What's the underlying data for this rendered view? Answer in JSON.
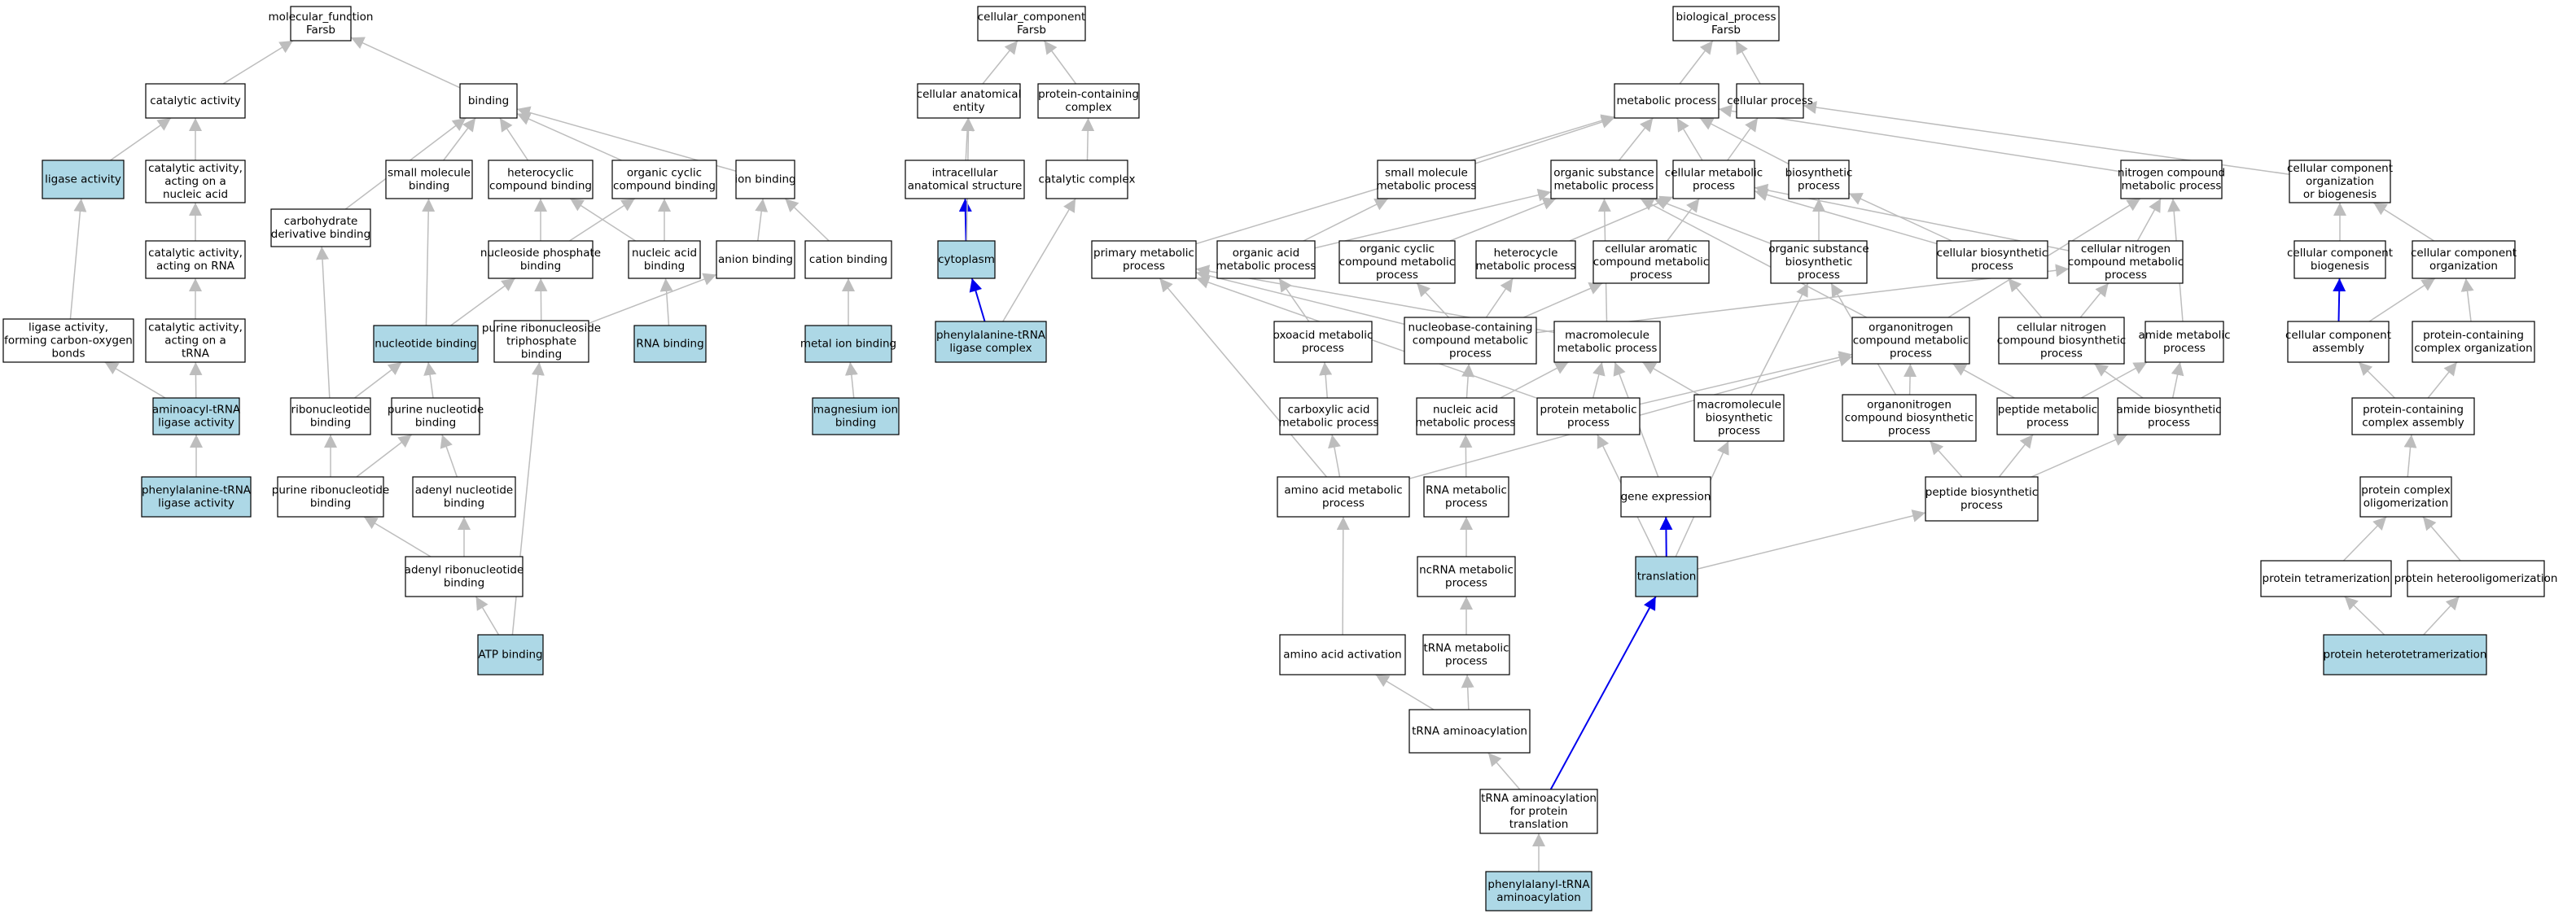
{
  "colors": {
    "highlight_fill": "#add8e6",
    "normal_fill": "#ffffff",
    "edge_gray": "#bdbdbd",
    "edge_blue": "#0000ee"
  },
  "nodes": [
    {
      "id": "mf",
      "lines": [
        "molecular_function",
        "Farsb"
      ],
      "hl": false
    },
    {
      "id": "catalytic",
      "lines": [
        "catalytic activity"
      ],
      "hl": false
    },
    {
      "id": "binding",
      "lines": [
        "binding"
      ],
      "hl": false
    },
    {
      "id": "ligase",
      "lines": [
        "ligase activity"
      ],
      "hl": true
    },
    {
      "id": "cat_nucleic",
      "lines": [
        "catalytic activity,",
        "acting on a",
        "nucleic acid"
      ],
      "hl": false
    },
    {
      "id": "carb_deriv",
      "lines": [
        "carbohydrate",
        "derivative binding"
      ],
      "hl": false
    },
    {
      "id": "small_mol_bind",
      "lines": [
        "small molecule",
        "binding"
      ],
      "hl": false
    },
    {
      "id": "hetero_bind",
      "lines": [
        "heterocyclic",
        "compound binding"
      ],
      "hl": false
    },
    {
      "id": "org_cyc_bind",
      "lines": [
        "organic cyclic",
        "compound binding"
      ],
      "hl": false
    },
    {
      "id": "ion_bind",
      "lines": [
        "ion binding"
      ],
      "hl": false
    },
    {
      "id": "cat_rna",
      "lines": [
        "catalytic activity,",
        "acting on RNA"
      ],
      "hl": false
    },
    {
      "id": "nuc_phos_bind",
      "lines": [
        "nucleoside phosphate",
        "binding"
      ],
      "hl": false
    },
    {
      "id": "nucleic_bind",
      "lines": [
        "nucleic acid",
        "binding"
      ],
      "hl": false
    },
    {
      "id": "anion_bind",
      "lines": [
        "anion binding"
      ],
      "hl": false
    },
    {
      "id": "cation_bind",
      "lines": [
        "cation binding"
      ],
      "hl": false
    },
    {
      "id": "ligase_co",
      "lines": [
        "ligase activity,",
        "forming carbon-oxygen",
        "bonds"
      ],
      "hl": false
    },
    {
      "id": "cat_trna",
      "lines": [
        "catalytic activity,",
        "acting on a",
        "tRNA"
      ],
      "hl": false
    },
    {
      "id": "nucleotide_bind",
      "lines": [
        "nucleotide binding"
      ],
      "hl": true
    },
    {
      "id": "purine_ntp",
      "lines": [
        "purine ribonucleoside",
        "triphosphate",
        "binding"
      ],
      "hl": false
    },
    {
      "id": "rna_bind",
      "lines": [
        "RNA binding"
      ],
      "hl": true
    },
    {
      "id": "metal_bind",
      "lines": [
        "metal ion binding"
      ],
      "hl": true
    },
    {
      "id": "aa_trna_lig",
      "lines": [
        "aminoacyl-tRNA",
        "ligase activity"
      ],
      "hl": true
    },
    {
      "id": "ribonuc_bind",
      "lines": [
        "ribonucleotide",
        "binding"
      ],
      "hl": false
    },
    {
      "id": "purine_nuc_bind",
      "lines": [
        "purine nucleotide",
        "binding"
      ],
      "hl": false
    },
    {
      "id": "mg_bind",
      "lines": [
        "magnesium ion",
        "binding"
      ],
      "hl": true
    },
    {
      "id": "phe_trna_lig",
      "lines": [
        "phenylalanine-tRNA",
        "ligase activity"
      ],
      "hl": true
    },
    {
      "id": "purine_ribonuc_bind",
      "lines": [
        "purine ribonucleotide",
        "binding"
      ],
      "hl": false
    },
    {
      "id": "adenyl_nuc_bind",
      "lines": [
        "adenyl nucleotide",
        "binding"
      ],
      "hl": false
    },
    {
      "id": "adenyl_ribonuc_bind",
      "lines": [
        "adenyl ribonucleotide",
        "binding"
      ],
      "hl": false
    },
    {
      "id": "atp_bind",
      "lines": [
        "ATP binding"
      ],
      "hl": true
    },
    {
      "id": "cc",
      "lines": [
        "cellular_component",
        "Farsb"
      ],
      "hl": false
    },
    {
      "id": "cell_anat",
      "lines": [
        "cellular anatomical",
        "entity"
      ],
      "hl": false
    },
    {
      "id": "prot_complex",
      "lines": [
        "protein-containing",
        "complex"
      ],
      "hl": false
    },
    {
      "id": "intracell",
      "lines": [
        "intracellular",
        "anatomical structure"
      ],
      "hl": false
    },
    {
      "id": "cat_complex",
      "lines": [
        "catalytic complex"
      ],
      "hl": false
    },
    {
      "id": "cytoplasm",
      "lines": [
        "cytoplasm"
      ],
      "hl": true
    },
    {
      "id": "phe_trna_complex",
      "lines": [
        "phenylalanine-tRNA",
        "ligase complex"
      ],
      "hl": true
    },
    {
      "id": "bp",
      "lines": [
        "biological_process",
        "Farsb"
      ],
      "hl": false
    },
    {
      "id": "metabolic",
      "lines": [
        "metabolic process"
      ],
      "hl": false
    },
    {
      "id": "cellular",
      "lines": [
        "cellular process"
      ],
      "hl": false
    },
    {
      "id": "small_mol_met",
      "lines": [
        "small molecule",
        "metabolic process"
      ],
      "hl": false
    },
    {
      "id": "org_sub_met",
      "lines": [
        "organic substance",
        "metabolic process"
      ],
      "hl": false
    },
    {
      "id": "cell_met",
      "lines": [
        "cellular metabolic",
        "process"
      ],
      "hl": false
    },
    {
      "id": "biosynth",
      "lines": [
        "biosynthetic",
        "process"
      ],
      "hl": false
    },
    {
      "id": "nitro_met",
      "lines": [
        "nitrogen compound",
        "metabolic process"
      ],
      "hl": false
    },
    {
      "id": "cc_org",
      "lines": [
        "cellular component",
        "organization",
        "or biogenesis"
      ],
      "hl": false
    },
    {
      "id": "primary_met",
      "lines": [
        "primary metabolic",
        "process"
      ],
      "hl": false
    },
    {
      "id": "org_acid_met",
      "lines": [
        "organic acid",
        "metabolic process"
      ],
      "hl": false
    },
    {
      "id": "org_cyc_met",
      "lines": [
        "organic cyclic",
        "compound metabolic",
        "process"
      ],
      "hl": false
    },
    {
      "id": "hetero_met",
      "lines": [
        "heterocycle",
        "metabolic process"
      ],
      "hl": false
    },
    {
      "id": "cell_arom",
      "lines": [
        "cellular aromatic",
        "compound metabolic",
        "process"
      ],
      "hl": false
    },
    {
      "id": "org_sub_bio",
      "lines": [
        "organic substance",
        "biosynthetic",
        "process"
      ],
      "hl": false
    },
    {
      "id": "cell_bio",
      "lines": [
        "cellular biosynthetic",
        "process"
      ],
      "hl": false
    },
    {
      "id": "cell_nitro_met",
      "lines": [
        "cellular nitrogen",
        "compound metabolic",
        "process"
      ],
      "hl": false
    },
    {
      "id": "cc_biogen",
      "lines": [
        "cellular component",
        "biogenesis"
      ],
      "hl": false
    },
    {
      "id": "cc_organization",
      "lines": [
        "cellular component",
        "organization"
      ],
      "hl": false
    },
    {
      "id": "oxoacid",
      "lines": [
        "oxoacid metabolic",
        "process"
      ],
      "hl": false
    },
    {
      "id": "nucbase",
      "lines": [
        "nucleobase-containing",
        "compound metabolic",
        "process"
      ],
      "hl": false
    },
    {
      "id": "macro_met",
      "lines": [
        "macromolecule",
        "metabolic process"
      ],
      "hl": false
    },
    {
      "id": "orgN_met",
      "lines": [
        "organonitrogen",
        "compound metabolic",
        "process"
      ],
      "hl": false
    },
    {
      "id": "cell_nitro_bio",
      "lines": [
        "cellular nitrogen",
        "compound biosynthetic",
        "process"
      ],
      "hl": false
    },
    {
      "id": "amide_met",
      "lines": [
        "amide metabolic",
        "process"
      ],
      "hl": false
    },
    {
      "id": "cc_assembly",
      "lines": [
        "cellular component",
        "assembly"
      ],
      "hl": false
    },
    {
      "id": "pc_org",
      "lines": [
        "protein-containing",
        "complex organization"
      ],
      "hl": false
    },
    {
      "id": "carbox",
      "lines": [
        "carboxylic acid",
        "metabolic process"
      ],
      "hl": false
    },
    {
      "id": "nucleic_met",
      "lines": [
        "nucleic acid",
        "metabolic process"
      ],
      "hl": false
    },
    {
      "id": "prot_met",
      "lines": [
        "protein metabolic",
        "process"
      ],
      "hl": false
    },
    {
      "id": "macro_bio",
      "lines": [
        "macromolecule",
        "biosynthetic",
        "process"
      ],
      "hl": false
    },
    {
      "id": "orgN_bio",
      "lines": [
        "organonitrogen",
        "compound biosynthetic",
        "process"
      ],
      "hl": false
    },
    {
      "id": "pep_met",
      "lines": [
        "peptide metabolic",
        "process"
      ],
      "hl": false
    },
    {
      "id": "amide_bio",
      "lines": [
        "amide biosynthetic",
        "process"
      ],
      "hl": false
    },
    {
      "id": "pc_assembly",
      "lines": [
        "protein-containing",
        "complex assembly"
      ],
      "hl": false
    },
    {
      "id": "aa_met",
      "lines": [
        "amino acid metabolic",
        "process"
      ],
      "hl": false
    },
    {
      "id": "rna_met",
      "lines": [
        "RNA metabolic",
        "process"
      ],
      "hl": false
    },
    {
      "id": "gene_expr",
      "lines": [
        "gene expression"
      ],
      "hl": false
    },
    {
      "id": "pep_bio",
      "lines": [
        "peptide biosynthetic",
        "process"
      ],
      "hl": false
    },
    {
      "id": "prot_olig",
      "lines": [
        "protein complex",
        "oligomerization"
      ],
      "hl": false
    },
    {
      "id": "ncrna_met",
      "lines": [
        "ncRNA metabolic",
        "process"
      ],
      "hl": false
    },
    {
      "id": "translation",
      "lines": [
        "translation"
      ],
      "hl": true
    },
    {
      "id": "prot_tetra",
      "lines": [
        "protein tetramerization"
      ],
      "hl": false
    },
    {
      "id": "prot_hetero",
      "lines": [
        "protein heterooligomerization"
      ],
      "hl": false
    },
    {
      "id": "aa_act",
      "lines": [
        "amino acid activation"
      ],
      "hl": false
    },
    {
      "id": "trna_met",
      "lines": [
        "tRNA metabolic",
        "process"
      ],
      "hl": false
    },
    {
      "id": "prot_heterotetra",
      "lines": [
        "protein heterotetramerization"
      ],
      "hl": true
    },
    {
      "id": "trna_amino",
      "lines": [
        "tRNA aminoacylation"
      ],
      "hl": false
    },
    {
      "id": "trna_amino_trans",
      "lines": [
        "tRNA aminoacylation",
        "for protein",
        "translation"
      ],
      "hl": false
    },
    {
      "id": "phe_trna_amino",
      "lines": [
        "phenylalanyl-tRNA",
        "aminoacylation"
      ],
      "hl": true
    }
  ],
  "edges": [
    [
      "catalytic",
      "mf",
      0
    ],
    [
      "binding",
      "mf",
      0
    ],
    [
      "ligase",
      "catalytic",
      0
    ],
    [
      "cat_nucleic",
      "catalytic",
      0
    ],
    [
      "carb_deriv",
      "binding",
      0
    ],
    [
      "small_mol_bind",
      "binding",
      0
    ],
    [
      "hetero_bind",
      "binding",
      0
    ],
    [
      "org_cyc_bind",
      "binding",
      0
    ],
    [
      "ion_bind",
      "binding",
      0
    ],
    [
      "cat_rna",
      "cat_nucleic",
      0
    ],
    [
      "nuc_phos_bind",
      "hetero_bind",
      0
    ],
    [
      "nuc_phos_bind",
      "org_cyc_bind",
      0
    ],
    [
      "nucleic_bind",
      "hetero_bind",
      0
    ],
    [
      "nucleic_bind",
      "org_cyc_bind",
      0
    ],
    [
      "anion_bind",
      "ion_bind",
      0
    ],
    [
      "cation_bind",
      "ion_bind",
      0
    ],
    [
      "ligase_co",
      "ligase",
      0
    ],
    [
      "cat_trna",
      "cat_rna",
      0
    ],
    [
      "nucleotide_bind",
      "small_mol_bind",
      0
    ],
    [
      "nucleotide_bind",
      "nuc_phos_bind",
      0
    ],
    [
      "purine_ntp",
      "nuc_phos_bind",
      0
    ],
    [
      "purine_ntp",
      "anion_bind",
      0
    ],
    [
      "rna_bind",
      "nucleic_bind",
      0
    ],
    [
      "metal_bind",
      "cation_bind",
      0
    ],
    [
      "aa_trna_lig",
      "ligase_co",
      0
    ],
    [
      "aa_trna_lig",
      "cat_trna",
      0
    ],
    [
      "ribonuc_bind",
      "nucleotide_bind",
      0
    ],
    [
      "ribonuc_bind",
      "carb_deriv",
      0
    ],
    [
      "purine_nuc_bind",
      "nucleotide_bind",
      0
    ],
    [
      "mg_bind",
      "metal_bind",
      0
    ],
    [
      "phe_trna_lig",
      "aa_trna_lig",
      0
    ],
    [
      "purine_ribonuc_bind",
      "ribonuc_bind",
      0
    ],
    [
      "purine_ribonuc_bind",
      "purine_nuc_bind",
      0
    ],
    [
      "adenyl_nuc_bind",
      "purine_nuc_bind",
      0
    ],
    [
      "adenyl_ribonuc_bind",
      "purine_ribonuc_bind",
      0
    ],
    [
      "adenyl_ribonuc_bind",
      "adenyl_nuc_bind",
      0
    ],
    [
      "atp_bind",
      "adenyl_ribonuc_bind",
      0
    ],
    [
      "atp_bind",
      "purine_ntp",
      0
    ],
    [
      "cell_anat",
      "cc",
      0
    ],
    [
      "prot_complex",
      "cc",
      0
    ],
    [
      "intracell",
      "cell_anat",
      0
    ],
    [
      "cat_complex",
      "prot_complex",
      0
    ],
    [
      "cytoplasm",
      "intracell",
      1
    ],
    [
      "cytoplasm",
      "cell_anat",
      0
    ],
    [
      "phe_trna_complex",
      "cytoplasm",
      1
    ],
    [
      "phe_trna_complex",
      "cat_complex",
      0
    ],
    [
      "metabolic",
      "bp",
      0
    ],
    [
      "cellular",
      "bp",
      0
    ],
    [
      "small_mol_met",
      "metabolic",
      0
    ],
    [
      "org_sub_met",
      "metabolic",
      0
    ],
    [
      "cell_met",
      "metabolic",
      0
    ],
    [
      "cell_met",
      "cellular",
      0
    ],
    [
      "biosynth",
      "metabolic",
      0
    ],
    [
      "nitro_met",
      "metabolic",
      0
    ],
    [
      "cc_org",
      "cellular",
      0
    ],
    [
      "primary_met",
      "metabolic",
      0
    ],
    [
      "org_acid_met",
      "small_mol_met",
      0
    ],
    [
      "org_acid_met",
      "org_sub_met",
      0
    ],
    [
      "org_cyc_met",
      "org_sub_met",
      0
    ],
    [
      "hetero_met",
      "cell_met",
      0
    ],
    [
      "cell_arom",
      "cell_met",
      0
    ],
    [
      "org_sub_bio",
      "org_sub_met",
      0
    ],
    [
      "org_sub_bio",
      "biosynth",
      0
    ],
    [
      "cell_bio",
      "cell_met",
      0
    ],
    [
      "cell_bio",
      "biosynth",
      0
    ],
    [
      "cell_nitro_met",
      "cell_met",
      0
    ],
    [
      "cell_nitro_met",
      "nitro_met",
      0
    ],
    [
      "cc_biogen",
      "cc_org",
      0
    ],
    [
      "cc_organization",
      "cc_org",
      0
    ],
    [
      "oxoacid",
      "org_acid_met",
      0
    ],
    [
      "nucbase",
      "org_cyc_met",
      0
    ],
    [
      "nucbase",
      "hetero_met",
      0
    ],
    [
      "nucbase",
      "cell_arom",
      0
    ],
    [
      "nucbase",
      "cell_nitro_met",
      0
    ],
    [
      "nucbase",
      "primary_met",
      0
    ],
    [
      "macro_met",
      "org_sub_met",
      0
    ],
    [
      "macro_met",
      "primary_met",
      0
    ],
    [
      "orgN_met",
      "org_sub_met",
      0
    ],
    [
      "orgN_met",
      "nitro_met",
      0
    ],
    [
      "cell_nitro_bio",
      "cell_nitro_met",
      0
    ],
    [
      "cell_nitro_bio",
      "cell_bio",
      0
    ],
    [
      "amide_met",
      "nitro_met",
      0
    ],
    [
      "cc_assembly",
      "cc_biogen",
      1
    ],
    [
      "cc_assembly",
      "cc_organization",
      0
    ],
    [
      "pc_org",
      "cc_organization",
      0
    ],
    [
      "carbox",
      "oxoacid",
      0
    ],
    [
      "nucleic_met",
      "nucbase",
      0
    ],
    [
      "nucleic_met",
      "macro_met",
      0
    ],
    [
      "prot_met",
      "macro_met",
      0
    ],
    [
      "prot_met",
      "orgN_met",
      0
    ],
    [
      "prot_met",
      "primary_met",
      0
    ],
    [
      "macro_bio",
      "macro_met",
      0
    ],
    [
      "macro_bio",
      "org_sub_bio",
      0
    ],
    [
      "orgN_bio",
      "orgN_met",
      0
    ],
    [
      "orgN_bio",
      "org_sub_bio",
      0
    ],
    [
      "pep_met",
      "orgN_met",
      0
    ],
    [
      "pep_met",
      "amide_met",
      0
    ],
    [
      "amide_bio",
      "amide_met",
      0
    ],
    [
      "amide_bio",
      "cell_nitro_bio",
      0
    ],
    [
      "pc_assembly",
      "cc_assembly",
      0
    ],
    [
      "pc_assembly",
      "pc_org",
      0
    ],
    [
      "aa_met",
      "carbox",
      0
    ],
    [
      "aa_met",
      "orgN_met",
      0
    ],
    [
      "aa_met",
      "primary_met",
      0
    ],
    [
      "rna_met",
      "nucleic_met",
      0
    ],
    [
      "gene_expr",
      "macro_met",
      0
    ],
    [
      "pep_bio",
      "pep_met",
      0
    ],
    [
      "pep_bio",
      "amide_bio",
      0
    ],
    [
      "pep_bio",
      "orgN_bio",
      0
    ],
    [
      "prot_olig",
      "pc_assembly",
      0
    ],
    [
      "ncrna_met",
      "rna_met",
      0
    ],
    [
      "translation",
      "gene_expr",
      1
    ],
    [
      "translation",
      "prot_met",
      0
    ],
    [
      "translation",
      "macro_bio",
      0
    ],
    [
      "translation",
      "pep_bio",
      0
    ],
    [
      "prot_tetra",
      "prot_olig",
      0
    ],
    [
      "prot_hetero",
      "prot_olig",
      0
    ],
    [
      "aa_act",
      "aa_met",
      0
    ],
    [
      "trna_met",
      "ncrna_met",
      0
    ],
    [
      "prot_heterotetra",
      "prot_tetra",
      0
    ],
    [
      "prot_heterotetra",
      "prot_hetero",
      0
    ],
    [
      "trna_amino",
      "aa_act",
      0
    ],
    [
      "trna_amino",
      "trna_met",
      0
    ],
    [
      "trna_amino_trans",
      "trna_amino",
      0
    ],
    [
      "trna_amino_trans",
      "translation",
      1
    ],
    [
      "phe_trna_amino",
      "trna_amino_trans",
      0
    ]
  ]
}
